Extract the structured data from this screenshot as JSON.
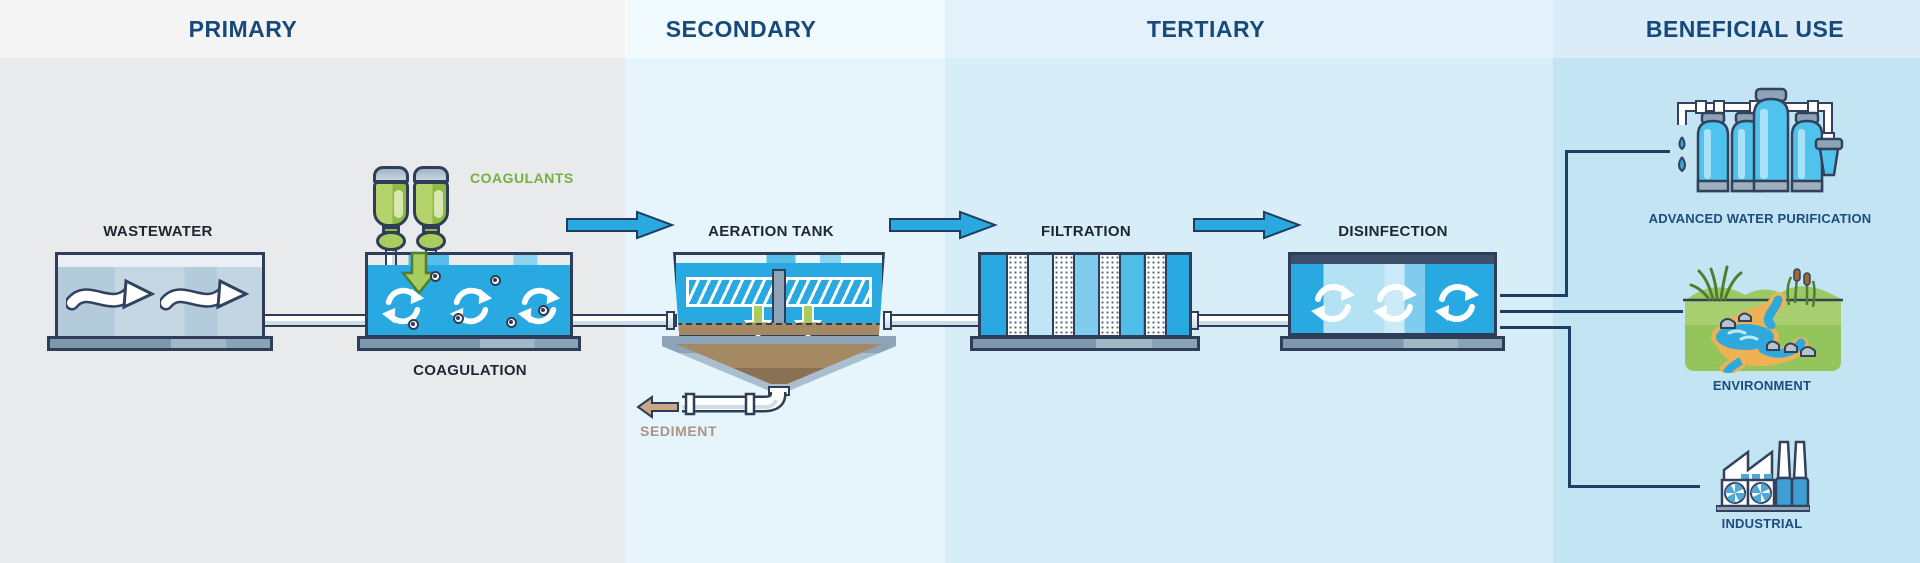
{
  "sections": [
    {
      "id": "primary",
      "label": "PRIMARY"
    },
    {
      "id": "secondary",
      "label": "SECONDARY"
    },
    {
      "id": "tertiary",
      "label": "TERTIARY"
    },
    {
      "id": "beneficial_use",
      "label": "BENEFICIAL USE"
    }
  ],
  "stages": {
    "wastewater": "WASTEWATER",
    "coagulants": "COAGULANTS",
    "coagulation": "COAGULATION",
    "aeration_tank": "AERATION TANK",
    "sediment": "SEDIMENT",
    "filtration": "FILTRATION",
    "disinfection": "DISINFECTION"
  },
  "beneficial_uses": {
    "advanced_water_purification": "ADVANCED WATER PURIFICATION",
    "environment": "ENVIRONMENT",
    "industrial": "INDUSTRIAL"
  },
  "colors": {
    "section_title": "#17497b",
    "primary_header_bg": "#f4f4f5",
    "primary_body_bg": "#e9eaeb",
    "secondary_header_bg": "#f1fafd",
    "secondary_body_bg": "#e6f4fb",
    "tertiary_header_bg": "#e3f2fa",
    "tertiary_body_bg": "#d7edf8",
    "beneficial_header_bg": "#d9ecf7",
    "beneficial_body_bg": "#c3e4f3",
    "water_blue": "#29a9e1",
    "wastewater_gray_blue": "#b4cbdc",
    "outline_navy": "#2e3e58",
    "flow_arrow_blue": "#2aa9e1",
    "coagulant_green": "#76b043",
    "sediment_tan": "#c9a887",
    "sediment_text": "#a89585",
    "base_slate": "#7e97ac"
  }
}
